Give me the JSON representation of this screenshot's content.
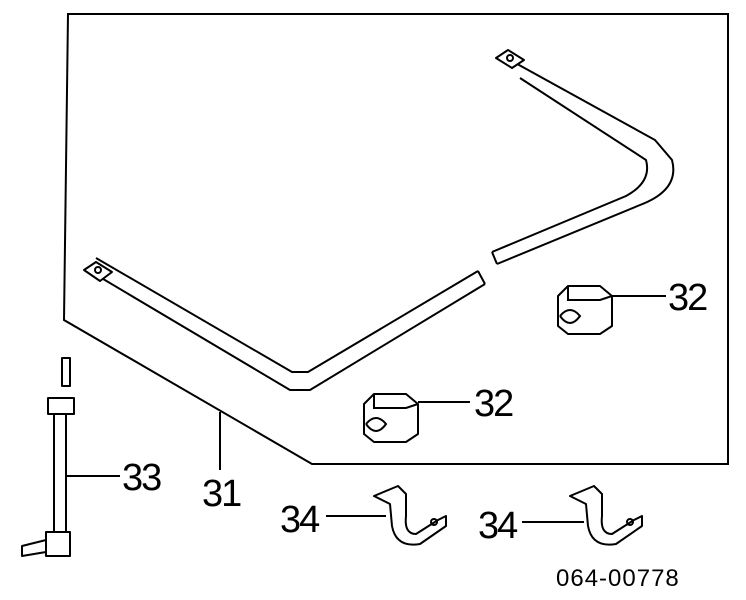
{
  "callouts": {
    "stabilizer_bar": "31",
    "bushing_right": "32",
    "bushing_left": "32",
    "stabilizer_link": "33",
    "bracket_left": "34",
    "bracket_right": "34"
  },
  "diagram_code": "064-00778"
}
